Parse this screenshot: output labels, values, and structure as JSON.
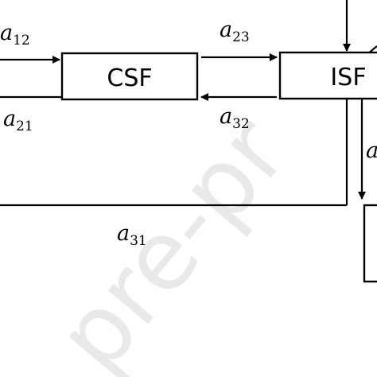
{
  "diagram": {
    "nodes": {
      "csf": "CSF",
      "isf": "ISF"
    },
    "rates": {
      "a12": {
        "base": "a",
        "sub": "12"
      },
      "a23": {
        "base": "a",
        "sub": "23"
      },
      "a32": {
        "base": "a",
        "sub": "32"
      },
      "a21": {
        "base": "a",
        "sub": "21"
      },
      "a31": {
        "base": "a",
        "sub": "31"
      },
      "a_partial": {
        "base": "a",
        "sub": ""
      }
    }
  },
  "watermark": "pre-pr",
  "colors": {
    "stroke": "#000000",
    "background": "#ffffff",
    "watermark": "#e9e9e9"
  }
}
